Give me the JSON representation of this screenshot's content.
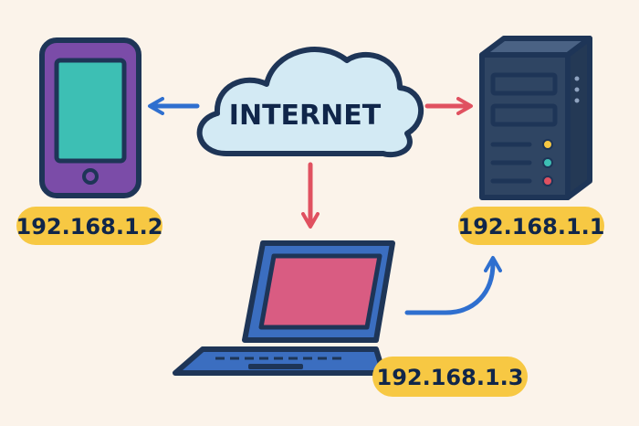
{
  "cloud": {
    "label": "INTERNET"
  },
  "devices": {
    "phone": {
      "ip": "192.168.1.2",
      "icon": "smartphone-icon"
    },
    "server": {
      "ip": "192.168.1.1",
      "icon": "server-tower-icon"
    },
    "laptop": {
      "ip": "192.168.1.3",
      "icon": "laptop-icon"
    }
  },
  "colors": {
    "background": "#fbf3ea",
    "outline": "#1e3557",
    "cloud_fill": "#d3eaf4",
    "phone_body": "#7b4ca8",
    "phone_screen": "#3dbfb4",
    "laptop_body": "#3b6ec0",
    "laptop_screen": "#d95c82",
    "server_body": "#2f4563",
    "ip_badge": "#f7c843",
    "arrow_blue": "#2f6fcf",
    "arrow_red": "#e05160"
  }
}
